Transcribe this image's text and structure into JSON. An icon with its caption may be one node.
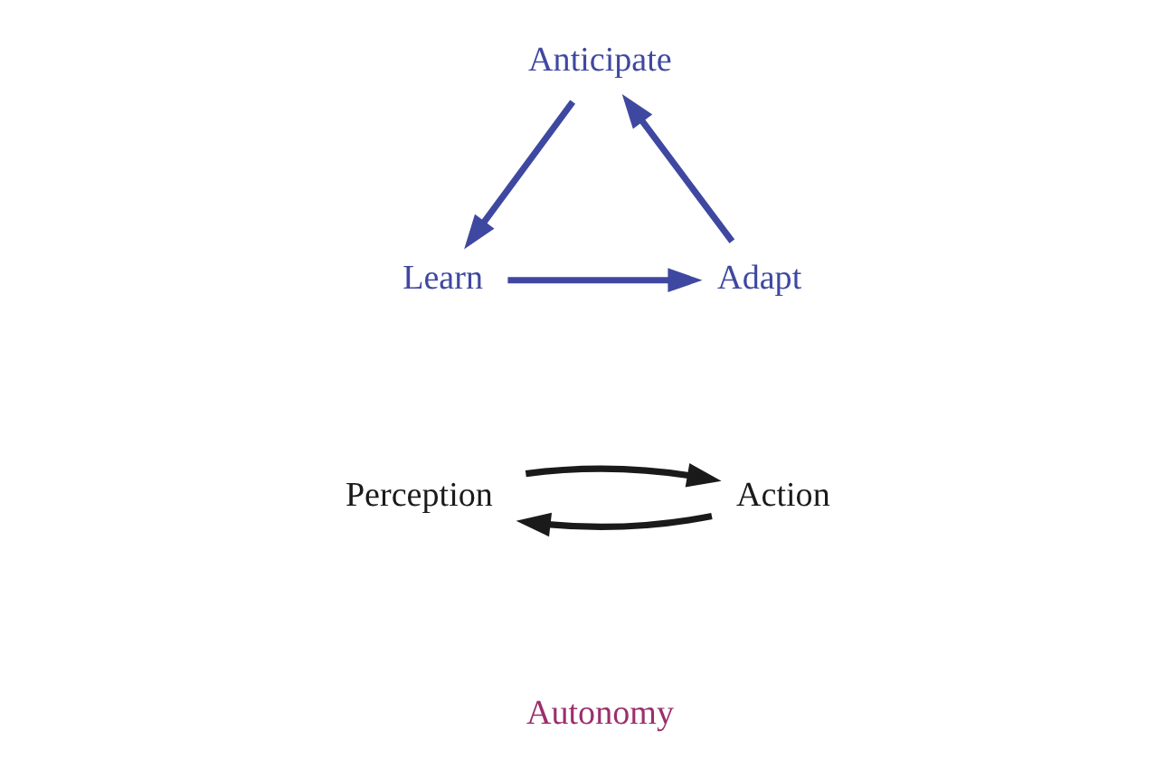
{
  "diagram": {
    "nodes": [
      {
        "text": [
          "Anticipate"
        ]
      },
      {
        "text": [
          "Adapt"
        ]
      },
      {
        "text": [
          "Learn"
        ]
      },
      {
        "text": [
          "Action"
        ]
      },
      {
        "text": [
          "Perception"
        ]
      }
    ],
    "edges": [
      {
        "from": 1,
        "to": 0,
        "arrow": "to"
      },
      {
        "from": 0,
        "to": 2,
        "arrow": "to"
      },
      {
        "from": 2,
        "to": 1,
        "arrow": "to"
      },
      {
        "from": 3,
        "to": 4,
        "arrow": "to",
        "color": "#1a1a1a"
      },
      {
        "from": 4,
        "to": 3,
        "arrow": "to",
        "color": "#1a1a1a"
      }
    ],
    "labels": [
      "Autonomy"
    ]
  }
}
